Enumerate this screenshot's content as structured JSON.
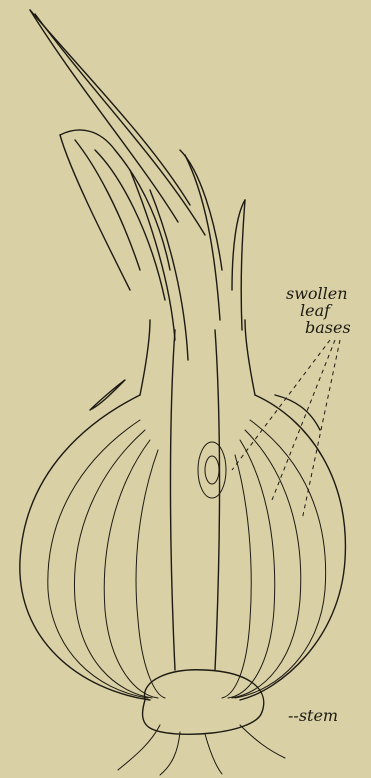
{
  "labels": {
    "swollen_leaf_bases": [
      "swollen",
      "leaf",
      "bases"
    ],
    "stem": "--stem"
  },
  "colors": {
    "background": "#d9d0a6",
    "ink": "#1d1a12"
  }
}
